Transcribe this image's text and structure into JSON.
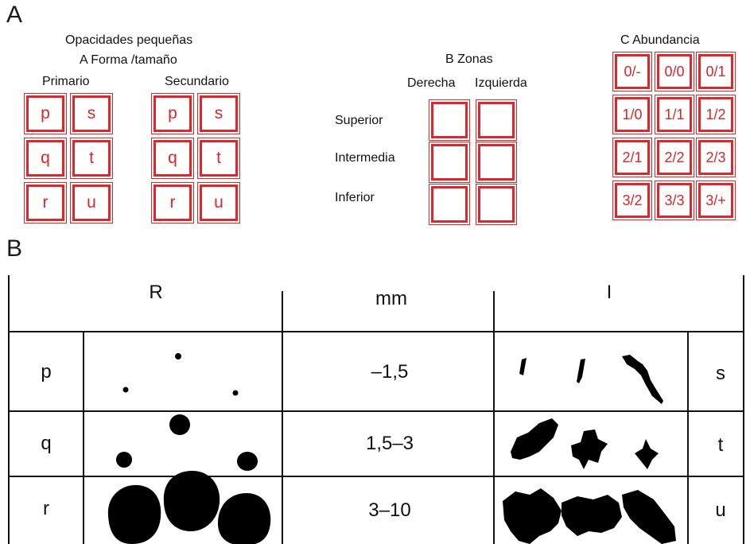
{
  "panel_a": {
    "letter": "A",
    "small_opacities": {
      "title": "Opacidades pequeñas",
      "subtitle": "A  Forma /tamaño",
      "primary_label": "Primario",
      "secondary_label": "Secundario",
      "primary_grid": [
        [
          "p",
          "s"
        ],
        [
          "q",
          "t"
        ],
        [
          "r",
          "u"
        ]
      ],
      "secondary_grid": [
        [
          "p",
          "s"
        ],
        [
          "q",
          "t"
        ],
        [
          "r",
          "u"
        ]
      ]
    },
    "zones": {
      "title": "B  Zonas",
      "right_label": "Derecha",
      "left_label": "Izquierda",
      "rows": [
        "Superior",
        "Intermedia",
        "Inferior"
      ]
    },
    "abundance": {
      "title": "C  Abundancia",
      "grid": [
        [
          "0/-",
          "0/0",
          "0/1"
        ],
        [
          "1/0",
          "1/1",
          "1/2"
        ],
        [
          "2/1",
          "2/2",
          "2/3"
        ],
        [
          "3/2",
          "3/3",
          "3/+"
        ]
      ]
    }
  },
  "panel_b": {
    "letter": "B",
    "header": {
      "round": "R",
      "size": "mm",
      "irregular": "I"
    },
    "rows": [
      {
        "round_code": "p",
        "size": "–1,5",
        "irregular_code": "s"
      },
      {
        "round_code": "q",
        "size": "1,5–3",
        "irregular_code": "t"
      },
      {
        "round_code": "r",
        "size": "3–10",
        "irregular_code": "u"
      }
    ]
  },
  "colors": {
    "accent": "#e0262b",
    "ink": "#111111"
  }
}
